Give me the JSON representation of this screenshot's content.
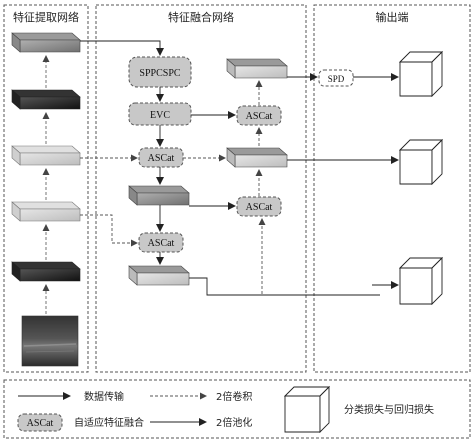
{
  "panels": {
    "feature_extraction": "特征提取网络",
    "feature_fusion": "特征融合网络",
    "output": "输出端"
  },
  "blocks": {
    "sppcspc": "SPPCSPC",
    "evc": "EVC",
    "ascat": "ASCat",
    "spd": "SPD"
  },
  "legend": {
    "data_transfer": "数据传输",
    "upsample": "2倍卷积",
    "ascat_symbol": "ASCat",
    "ascat_desc": "自适应特征融合",
    "pool": "2倍池化",
    "loss": "分类损失与回归损失"
  },
  "colors": {
    "block_fill": "#c8c8c8",
    "dark_layer": "#2a2a2a",
    "mid_layer": "#8c8c8c",
    "light_layer": "#d8d8d8",
    "border": "#333333"
  }
}
